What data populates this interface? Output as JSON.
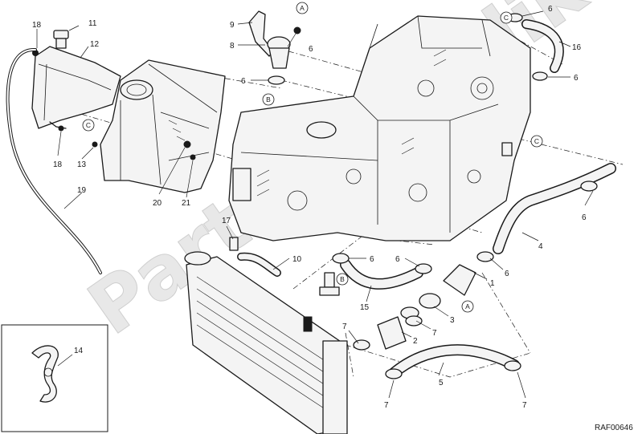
{
  "diagram": {
    "watermark": "PartsRepublik",
    "reference_code": "RAF00646",
    "callouts": [
      {
        "id": "c18a",
        "text": "18"
      },
      {
        "id": "c11",
        "text": "11"
      },
      {
        "id": "c12",
        "text": "12"
      },
      {
        "id": "c9",
        "text": "9"
      },
      {
        "id": "c8",
        "text": "8"
      },
      {
        "id": "c6a",
        "text": "6"
      },
      {
        "id": "c6b",
        "text": "6"
      },
      {
        "id": "c6c",
        "text": "6"
      },
      {
        "id": "c16",
        "text": "16"
      },
      {
        "id": "c6d",
        "text": "6"
      },
      {
        "id": "c18b",
        "text": "18"
      },
      {
        "id": "c13",
        "text": "13"
      },
      {
        "id": "c20",
        "text": "20"
      },
      {
        "id": "c21",
        "text": "21"
      },
      {
        "id": "c19",
        "text": "19"
      },
      {
        "id": "c6e",
        "text": "6"
      },
      {
        "id": "c17",
        "text": "17"
      },
      {
        "id": "c10",
        "text": "10"
      },
      {
        "id": "c4",
        "text": "4"
      },
      {
        "id": "c6f",
        "text": "6"
      },
      {
        "id": "c6g",
        "text": "6"
      },
      {
        "id": "c6h",
        "text": "6"
      },
      {
        "id": "c1",
        "text": "1"
      },
      {
        "id": "c15",
        "text": "15"
      },
      {
        "id": "c3",
        "text": "3"
      },
      {
        "id": "c7a",
        "text": "7"
      },
      {
        "id": "c7b",
        "text": "7"
      },
      {
        "id": "c2",
        "text": "2"
      },
      {
        "id": "c14",
        "text": "14"
      },
      {
        "id": "c7c",
        "text": "7"
      },
      {
        "id": "c5",
        "text": "5"
      },
      {
        "id": "c7d",
        "text": "7"
      }
    ],
    "connection_markers": [
      {
        "id": "mA1",
        "letter": "A"
      },
      {
        "id": "mB1",
        "letter": "B"
      },
      {
        "id": "mC1",
        "letter": "C"
      },
      {
        "id": "mC2",
        "letter": "C"
      },
      {
        "id": "mC3",
        "letter": "C"
      },
      {
        "id": "mB2",
        "letter": "B"
      },
      {
        "id": "mA2",
        "letter": "A"
      }
    ]
  }
}
